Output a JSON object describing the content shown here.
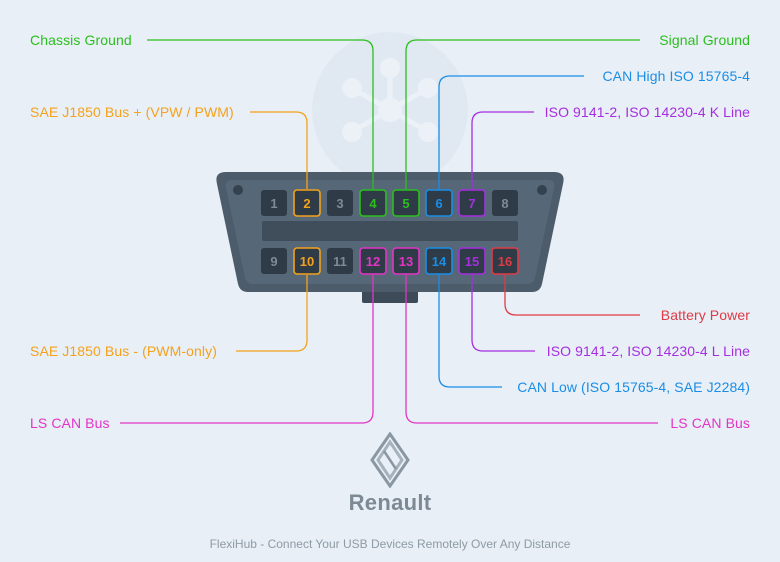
{
  "labels": {
    "chassis_ground": "Chassis Ground",
    "signal_ground": "Signal Ground",
    "can_high": "CAN High ISO 15765-4",
    "k_line": "ISO 9141-2, ISO 14230-4 K Line",
    "sae_plus": "SAE J1850 Bus + (VPW / PWM)",
    "battery_power": "Battery Power",
    "l_line": "ISO 9141-2, ISO 14230-4 L Line",
    "can_low": "CAN Low (ISO 15765-4, SAE J2284)",
    "sae_minus": "SAE J1850 Bus - (PWM-only)",
    "ls_can_left": "LS CAN Bus",
    "ls_can_right": "LS CAN Bus"
  },
  "colors": {
    "green": "#2bbf1e",
    "blue": "#1a8ee6",
    "purple": "#a52fe0",
    "orange": "#f4a21c",
    "red": "#e03a45",
    "pink": "#e334c6",
    "gray": "#8b97a3"
  },
  "pins_top": [
    {
      "n": "1",
      "color": "gray"
    },
    {
      "n": "2",
      "color": "orange"
    },
    {
      "n": "3",
      "color": "gray"
    },
    {
      "n": "4",
      "color": "green"
    },
    {
      "n": "5",
      "color": "green"
    },
    {
      "n": "6",
      "color": "blue"
    },
    {
      "n": "7",
      "color": "purple"
    },
    {
      "n": "8",
      "color": "gray"
    }
  ],
  "pins_bottom": [
    {
      "n": "9",
      "color": "gray"
    },
    {
      "n": "10",
      "color": "orange"
    },
    {
      "n": "11",
      "color": "gray"
    },
    {
      "n": "12",
      "color": "pink"
    },
    {
      "n": "13",
      "color": "pink"
    },
    {
      "n": "14",
      "color": "blue"
    },
    {
      "n": "15",
      "color": "purple"
    },
    {
      "n": "16",
      "color": "red"
    }
  ],
  "brand": "Renault",
  "footer": "FlexiHub - Connect Your USB Devices Remotely Over Any Distance"
}
